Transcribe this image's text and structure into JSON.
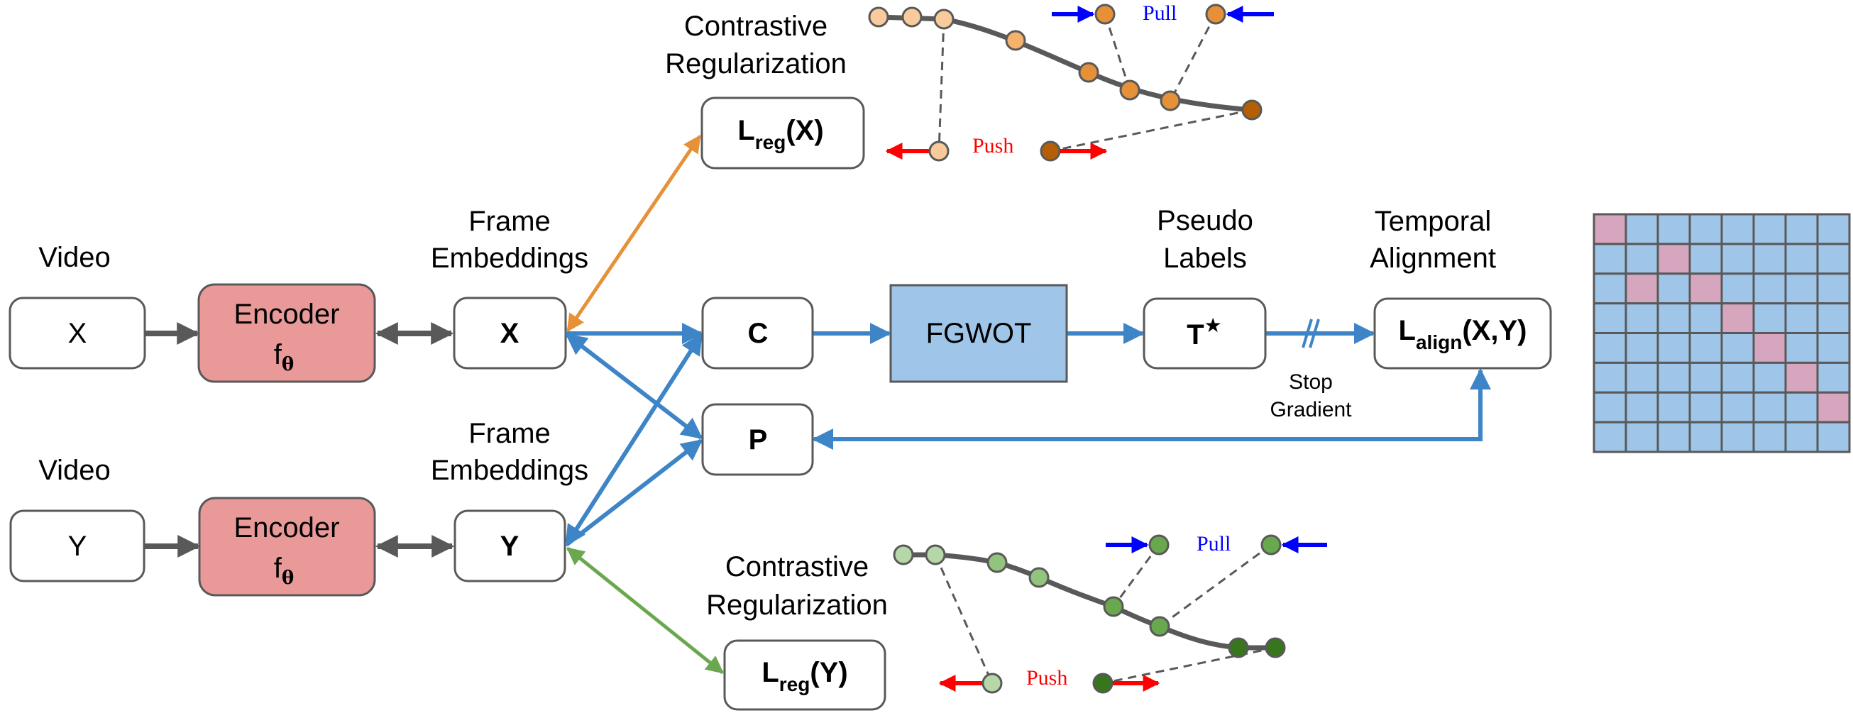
{
  "colors": {
    "box_stroke": "#595959",
    "encoder_fill": "#ea9999",
    "fgwot_fill": "#9fc5e8",
    "flow_blue": "#3d85c6",
    "gray_arrow": "#595959",
    "orange_arrow": "#e69138",
    "green_arrow": "#6aa84f",
    "pull_blue": "#0000ff",
    "push_red": "#ff0000",
    "matrix_blue": "#9fc5e8",
    "matrix_pink": "#d5a6bd"
  },
  "video_x": {
    "label": "Video",
    "box": "X"
  },
  "video_y": {
    "label": "Video",
    "box": "Y"
  },
  "encoder_x": {
    "line1": "Encoder",
    "main": "f",
    "sub": "θ"
  },
  "encoder_y": {
    "line1": "Encoder",
    "main": "f",
    "sub": "θ"
  },
  "embed_x": {
    "label_line1": "Frame",
    "label_line2": "Embeddings",
    "box": "X"
  },
  "embed_y": {
    "label_line1": "Frame",
    "label_line2": "Embeddings",
    "box": "Y"
  },
  "cost": {
    "box": "C"
  },
  "prior": {
    "box": "P"
  },
  "fgwot": {
    "box": "FGWOT"
  },
  "pseudo": {
    "label_line1": "Pseudo",
    "label_line2": "Labels",
    "main": "T",
    "sup": "★"
  },
  "stop_gradient": {
    "line1": "Stop",
    "line2": "Gradient"
  },
  "align": {
    "label_line1": "Temporal",
    "label_line2": "Alignment",
    "main": "L",
    "sub": "align",
    "args": "(X,Y)"
  },
  "reg_x": {
    "label_line1": "Contrastive",
    "label_line2": "Regularization",
    "main": "L",
    "sub": "reg",
    "args": "(X)",
    "pull": "Pull",
    "push": "Push"
  },
  "reg_y": {
    "label_line1": "Contrastive",
    "label_line2": "Regularization",
    "main": "L",
    "sub": "reg",
    "args": "(Y)",
    "pull": "Pull",
    "push": "Push"
  },
  "alignment_matrix": {
    "rows": 8,
    "cols": 8,
    "highlighted": [
      [
        0,
        0
      ],
      [
        1,
        2
      ],
      [
        2,
        1
      ],
      [
        2,
        3
      ],
      [
        3,
        4
      ],
      [
        4,
        5
      ],
      [
        5,
        6
      ],
      [
        6,
        7
      ]
    ]
  }
}
